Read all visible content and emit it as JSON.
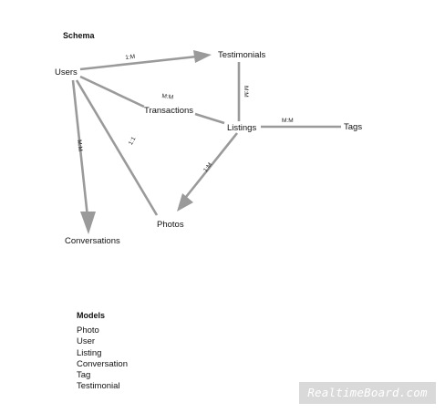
{
  "schema": {
    "title": "Schema",
    "nodes": {
      "users": "Users",
      "testimonials": "Testimonials",
      "transactions": "Transactions",
      "listings": "Listings",
      "tags": "Tags",
      "photos": "Photos",
      "conversations": "Conversations"
    },
    "relations": {
      "users_testimonials": "1:M",
      "testimonials_listings": "M:M",
      "users_transactions": "M:M",
      "listings_tags": "M:M",
      "users_photos": "1:1",
      "listings_photos": "1:M",
      "users_conversations": "M:M"
    }
  },
  "models": {
    "title": "Models",
    "items": [
      "Photo",
      "User",
      "Listing",
      "Conversation",
      "Tag",
      "Testimonial"
    ]
  },
  "watermark": "RealtimeBoard.com",
  "colors": {
    "edge": "#9a9a9a",
    "text": "#111111",
    "watermark_bg": "#d9d9d9"
  }
}
